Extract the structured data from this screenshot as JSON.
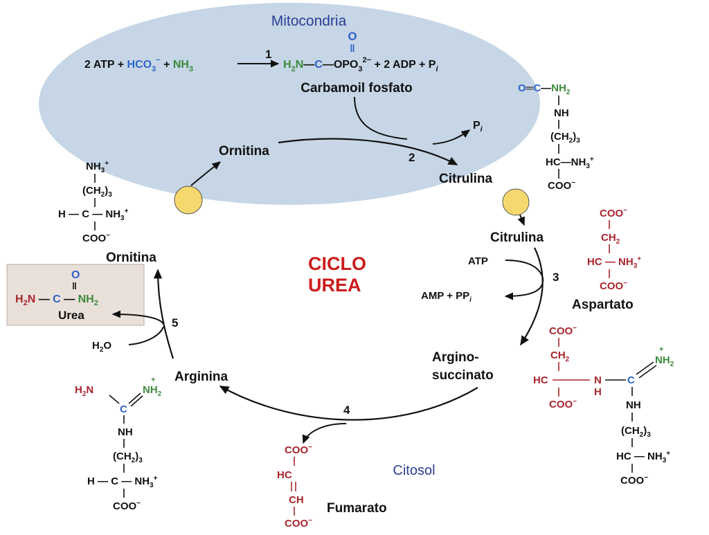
{
  "colors": {
    "mito_fill": "#c6d6e6",
    "blue": "#2f62c8",
    "green": "#3c8a3c",
    "red": "#a8252c",
    "black": "#111111",
    "dark_blue": "#2a3d96",
    "cyclo_red": "#cc1b1b",
    "transporter": "#f7d86f",
    "urea_box": "#eae0da"
  },
  "labels": {
    "mitocondria": "Mitocondria",
    "citosol": "Citosol",
    "ciclo_line1": "CICLO",
    "ciclo_line2": "UREA",
    "carbamoil": "Carbamoil  fosfato",
    "ornitina_mito": "Ornitina",
    "citrulina_mito": "Citrulina",
    "citrulina_cyto": "Citrulina",
    "ornitina_cyto": "Ornitina",
    "arginosuccinato_1": "Argino-",
    "arginosuccinato_2": "succinato",
    "arginina": "Arginina",
    "fumarato": "Fumarato",
    "aspartato": "Aspartato",
    "urea": "Urea"
  },
  "reaction1": {
    "lhs": "2 ATP + ",
    "hco3": "HCO",
    "hco3_sub": "3",
    "hco3_sup": "−",
    "plus": " + ",
    "nh3": "NH",
    "nh3_sub": "3",
    "h2n": "H",
    "h2n_sub": "2",
    "h2n_n": "N",
    "dash1": "—",
    "carbon": "C",
    "dash2": "—",
    "opo3": "OPO",
    "opo3_sub": "3",
    "opo3_sup": "2−",
    "rhs": " + 2 ADP + P",
    "rhs_sub": "i",
    "carbonyl_o": "O"
  },
  "steps": {
    "s1": "1",
    "s2": "2",
    "s3": "3",
    "s4": "4",
    "s5": "5"
  },
  "side": {
    "pi": "P",
    "pi_sub": "i",
    "atp": "ATP",
    "amp": "AMP + PP",
    "amp_sub": "i",
    "h2o": "H",
    "h2o_sub": "2",
    "h2o_o": "O"
  },
  "citrulline_struct": {
    "o": "O",
    "eq": "═",
    "c": "C",
    "dash": "—",
    "nh2": "NH",
    "nh2_sub": "2",
    "nh": "NH",
    "ch2": "(CH",
    "ch2_sub": "2",
    "ch2_close": ")",
    "ch2_n": "3",
    "hc": "HC",
    "nh3": "NH",
    "nh3_sub": "3",
    "nh3_sup": "+",
    "coo": "COO",
    "coo_sup": "−"
  },
  "ornithine_struct": {
    "nh3": "NH",
    "nh3_sub": "3",
    "nh3_sup": "+",
    "ch2": "(CH",
    "ch2_sub": "2",
    "ch2_close": ")",
    "ch2_n": "3",
    "h": "H",
    "c": "C",
    "coo": "COO",
    "coo_sup": "−"
  },
  "urea_struct": {
    "o": "O",
    "h2n": "H",
    "h2n_sub": "2",
    "n": "N",
    "c": "C",
    "nh2": "NH",
    "nh2_sub": "2"
  },
  "aspartate_struct": {
    "coo": "COO",
    "coo_sup": "−",
    "ch2": "CH",
    "ch2_sub": "2",
    "hc": "HC",
    "nh3": "NH",
    "nh3_sub": "3",
    "nh3_sup": "+"
  },
  "argsucc_struct": {
    "coo": "COO",
    "coo_sup": "−",
    "ch2": "CH",
    "ch2_sub": "2",
    "hc": "HC",
    "n": "N",
    "h": "H",
    "c": "C",
    "nh2": "NH",
    "nh2_sub": "2",
    "plus": "+",
    "nh": "NH",
    "ch2b": "(CH",
    "ch2b_close": ")",
    "ch2b_n": "3",
    "nh3": "NH",
    "nh3_sub": "3",
    "nh3_sup": "+"
  },
  "arginine_struct": {
    "h2n": "H",
    "h2n_sub": "2",
    "h2n_n": "N",
    "nh2": "NH",
    "nh2_sub": "2",
    "plus": "+",
    "c": "C",
    "nh": "NH",
    "ch2": "(CH",
    "ch2_sub": "2",
    "ch2_close": ")",
    "ch2_n": "3",
    "h": "H",
    "nh3": "NH",
    "nh3_sub": "3",
    "nh3_sup": "+",
    "coo": "COO",
    "coo_sup": "−"
  },
  "fumarate_struct": {
    "coo": "COO",
    "coo_sup": "−",
    "hc": "HC",
    "ch": "CH"
  }
}
